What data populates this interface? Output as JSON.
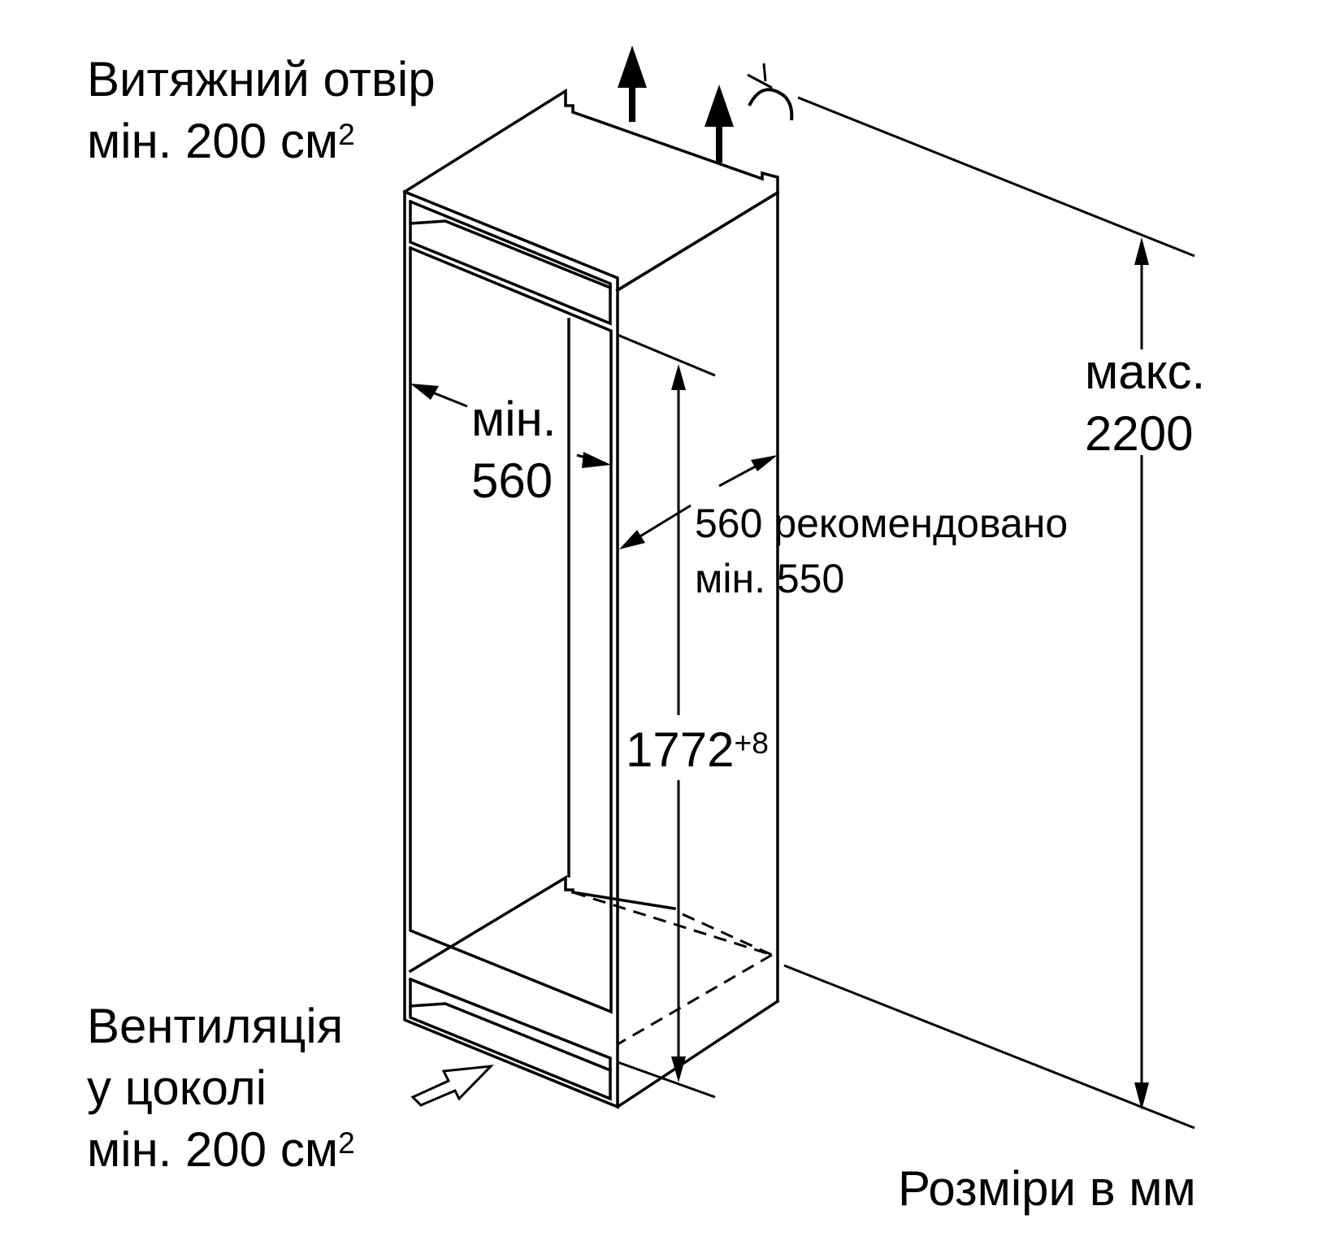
{
  "labels": {
    "exhaust_line1": "Витяжний отвір",
    "exhaust_line2": "мін. 200 см",
    "exhaust_sup": "2",
    "vent_line1": "Вентиляція",
    "vent_line2": "у цоколі",
    "vent_line3": "мін. 200 см",
    "vent_sup": "2",
    "width_min_line1": "мін.",
    "width_min_line2": "560",
    "depth_line1": "560 рекомендовано",
    "depth_line2": "мін. 550",
    "niche_height": "1772",
    "niche_height_tol": "+8",
    "max_height_line1": "макс.",
    "max_height_line2": "2200",
    "units": "Розміри в мм"
  },
  "colors": {
    "ink": "#000000",
    "background": "#ffffff"
  },
  "icons": [
    "airflow-arrow-icon",
    "ceiling-symbol-icon",
    "air-intake-arrow-icon"
  ]
}
